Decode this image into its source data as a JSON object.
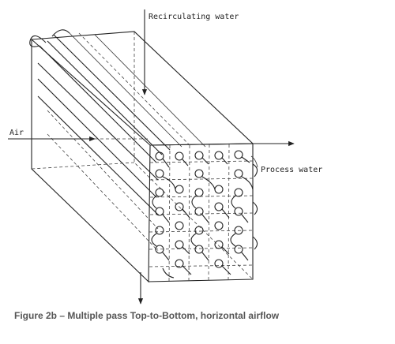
{
  "labels": {
    "recirculating_water": "Recirculating water",
    "air": "Air",
    "process_water": "Process water"
  },
  "caption": "Figure 2b – Multiple pass Top-to-Bottom, horizontal airflow"
}
